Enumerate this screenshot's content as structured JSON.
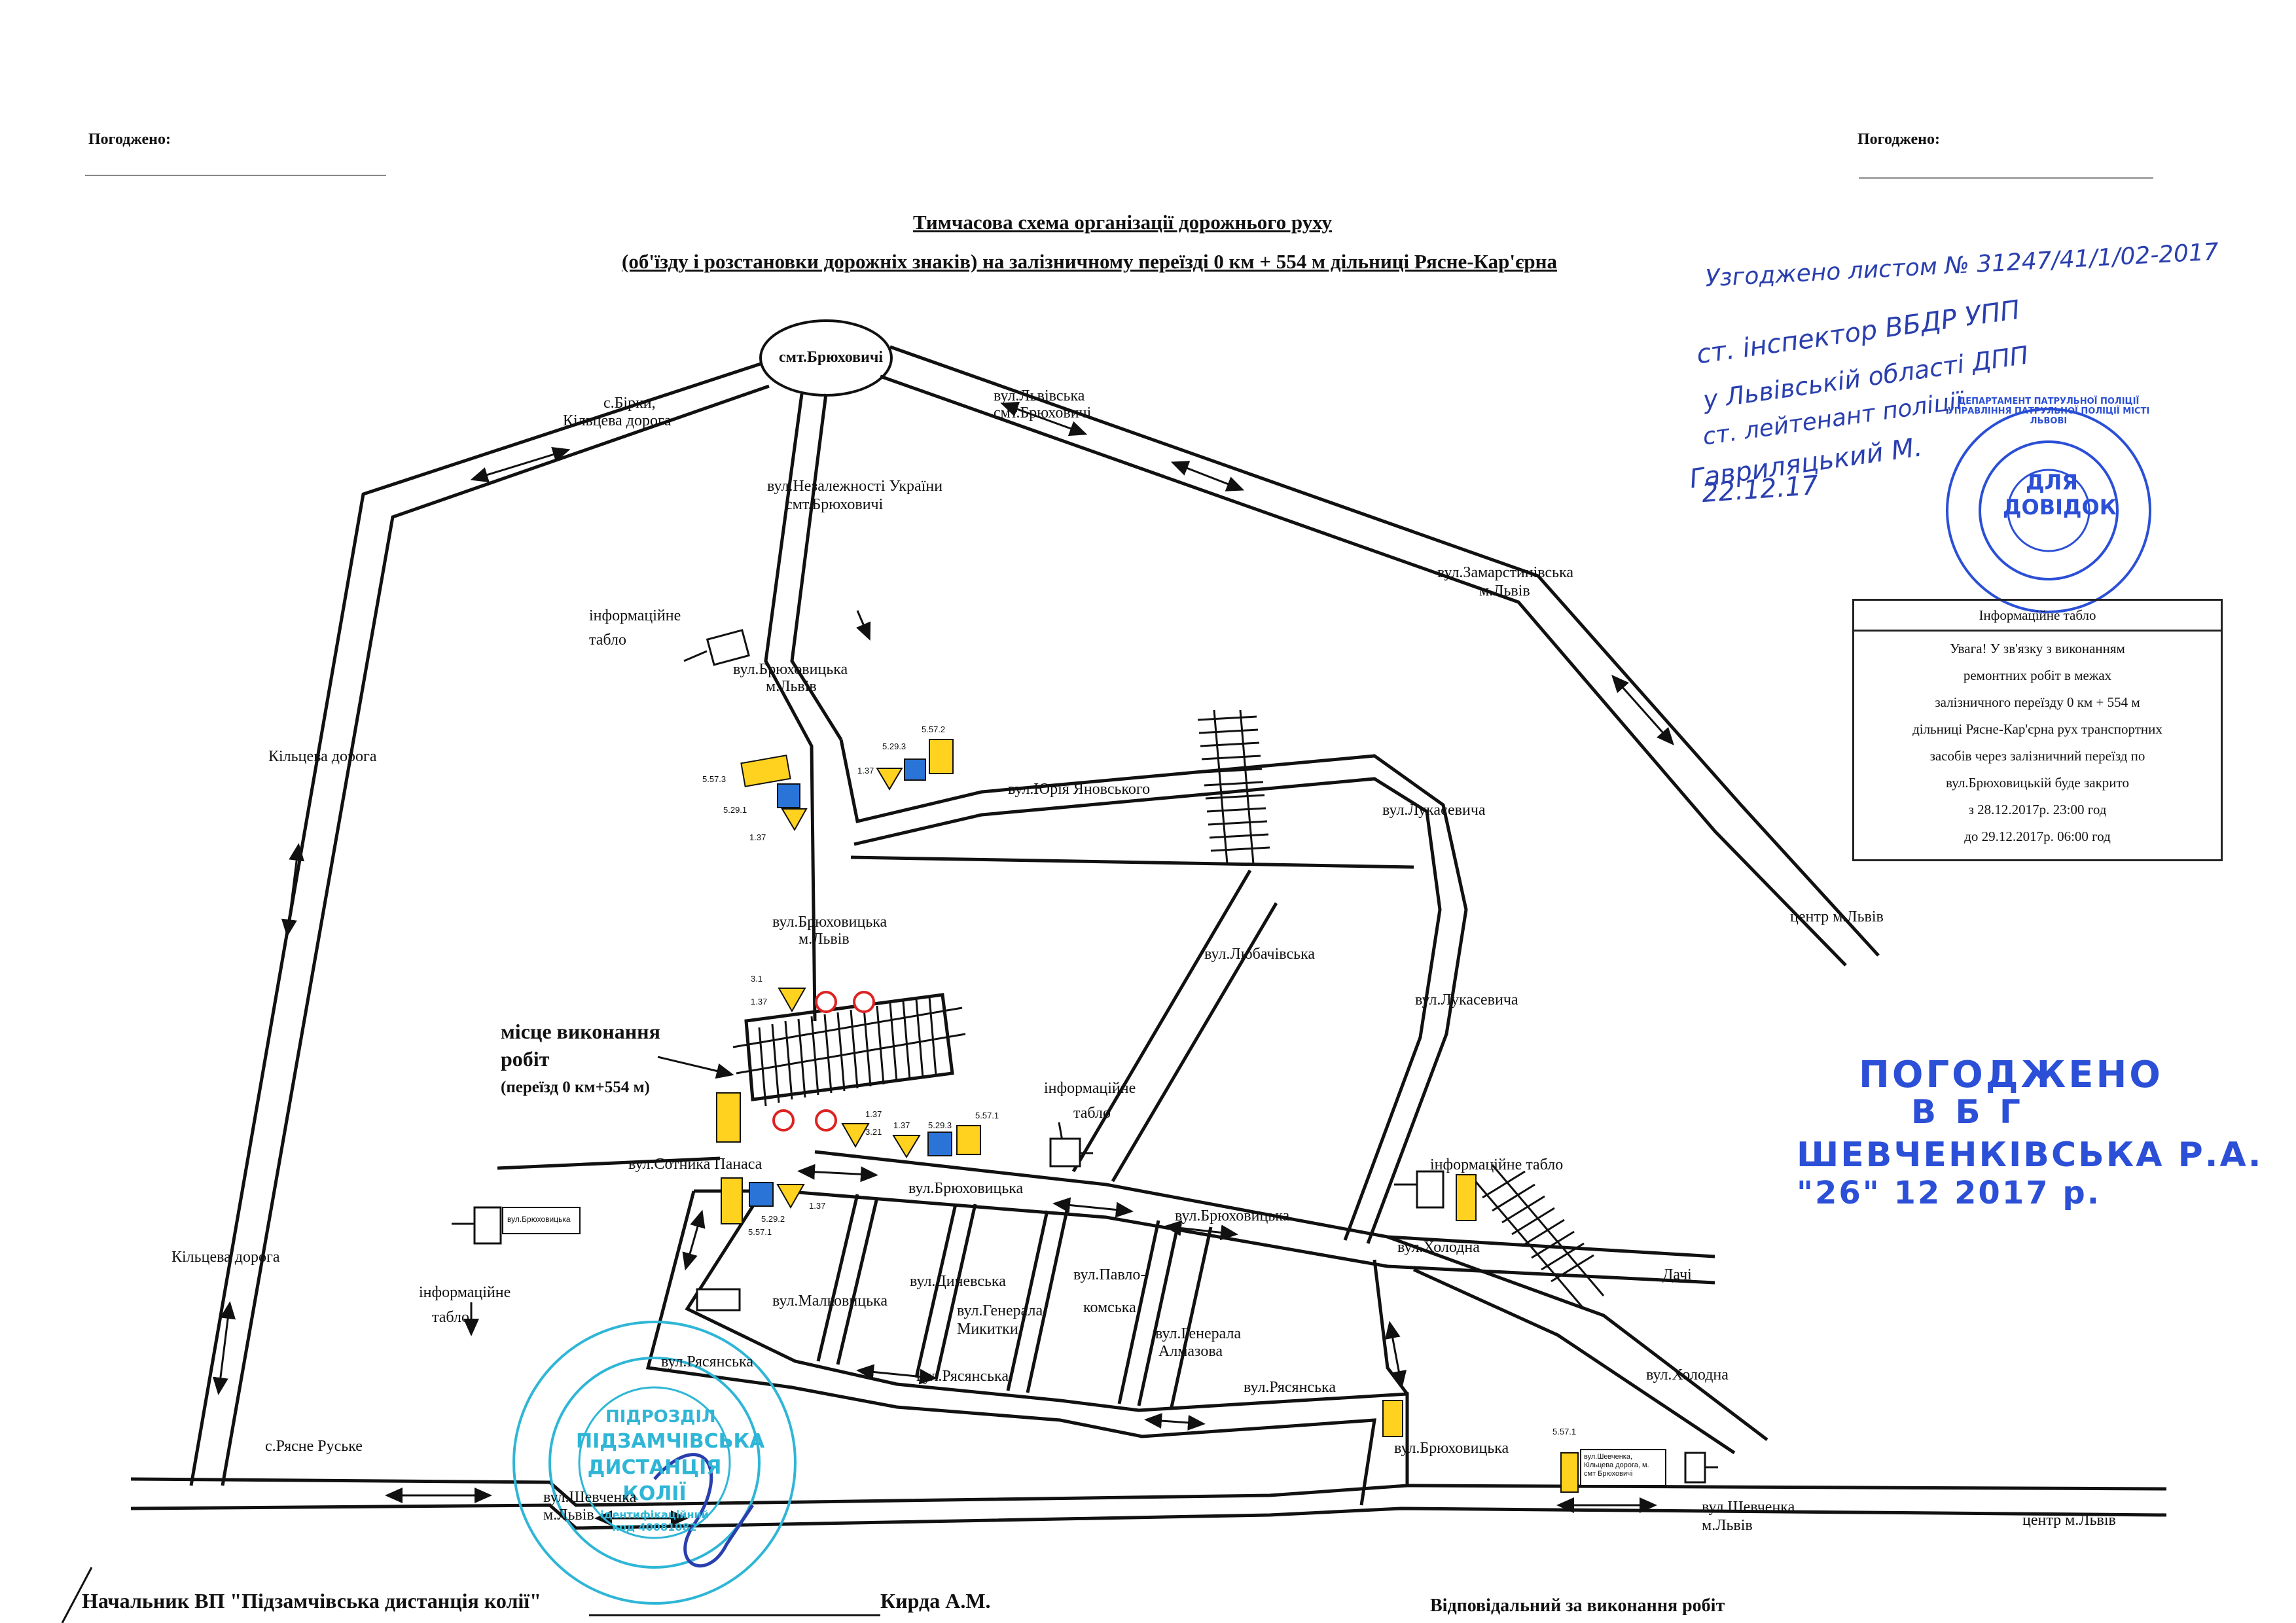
{
  "header": {
    "agreed_left": "Погоджено:",
    "agreed_right": "Погоджено:",
    "title_line1": "Тимчасова схема організації дорожнього руху",
    "title_line2": "(об'їзду і розстановки дорожніх знаків) на залізничному переїзді 0 км + 554 м дільниці Рясне-Кар'єрна"
  },
  "handwriting": {
    "line1": "Узгоджено листом № 31247/41/1/02-2017",
    "line2": "ст. інспектор ВБДР УПП",
    "line3": "у Львівській області ДПП",
    "line4": "ст. лейтенант поліції",
    "line5": "Гавриляцький М.",
    "date": "22.12.17"
  },
  "stamps": {
    "police_round": "ДЛЯ ДОВІДОК",
    "police_ring": "ДЕПАРТАМЕНТ ПАТРУЛЬНОЇ ПОЛІЦІЇ УПРАВЛІННЯ ПАТРУЛЬНОЇ ПОЛІЦІЇ МІСТІ ЛЬВОВІ",
    "vbg_line1": "ПОГОДЖЕНО",
    "vbg_line2": "В Б Г",
    "vbg_line3": "ШЕВЧЕНКІВСЬКА Р.А.",
    "vbg_line4": "\"26\" 12 2017 р.",
    "rail_center1": "ПІДРОЗДІЛ",
    "rail_center2": "ПІДЗАМЧІВСЬКА",
    "rail_center3": "ДИСТАНЦІЯ",
    "rail_center4": "КОЛІЇ",
    "rail_code": "ідентифікаційний код 40081082"
  },
  "info_board": {
    "title": "Інформаційне табло",
    "lines": [
      "Увага! У зв'язку з виконанням",
      "ремонтних робіт в межах",
      "залізничного переїзду 0 км + 554 м",
      "дільниці Рясне-Кар'єрна рух транспортних",
      "засобів через залізничний переїзд по",
      "вул.Брюховицькій буде закрито",
      "з  28.12.2017р. 23:00  год",
      "до 29.12.2017р. 06:00  год"
    ]
  },
  "map_labels": {
    "town": "смт.Брюховичі",
    "birky": "с.Бірки,",
    "ring_road_top": "Кільцева дорога",
    "lvivska": "вул.Львівська",
    "lvivska2": "смт.Брюховичі",
    "nezalezhnosti": "вул.Незалежності України",
    "nezalezhnosti2": "смт.Брюховичі",
    "zamarstynivska": "вул.Замарстинівська",
    "zamarstynivska2": "м.Львів",
    "info_tablo_1a": "інформаційне",
    "info_tablo_1b": "табло",
    "bryukh_1": "вул.Брюховицька",
    "bryukh_1b": "м.Львів",
    "ring_road_left": "Кільцева дорога",
    "yanovskoho": "вул.Юрія Яновського",
    "lukasevycha1": "вул.Лукасевича",
    "centre_lviv1": "центр  м.Львів",
    "bryukh_2": "вул.Брюховицька",
    "bryukh_2b": "м.Львів",
    "lyubachivska": "вул.Любачівська",
    "lukasevycha2": "вул.Лукасевича",
    "work_place1": "місце виконання",
    "work_place2": "робіт",
    "work_place3": "(переїзд 0 км+554 м)",
    "info_tablo_2a": "інформаційне",
    "info_tablo_2b": "табло",
    "sotnyka": "вул.Сотника Панаса",
    "bryukh_3": "вул.Брюховицька",
    "bryukh_4": "вул.Брюховицька",
    "info_tablo_3": "інформаційне табло",
    "kholodna1": "вул.Холодна",
    "dachi": "Дачі",
    "ring_road_low": "Кільцева дорога",
    "info_tablo_4a": "інформаційне",
    "info_tablo_4b": "табло",
    "malkovytska": "вул.Малковицька",
    "dynivska": "вул.Диневська",
    "mykytky1": "вул.Генерала",
    "mykytky2": "Микитки",
    "pavlokom1": "вул.Павло-",
    "pavlokom2": "комська",
    "almazova1": "вул.Генерала",
    "almazova2": "Алмазова",
    "kholodna2": "вул.Холодна",
    "ryasnianska1": "вул.Рясянська",
    "ryasnianska2": "вул.Рясянська",
    "ryasnianska3": "вул.Рясянська",
    "ryasne": "с.Рясне Руське",
    "bryukh_5": "вул.Брюховицька",
    "shevchenka1": "вул.Шевченка",
    "shevchenka1b": "м.Львів",
    "shevchenka2": "вул.Шевченка",
    "shevchenka2b": "м.Львів",
    "centre_lviv2": "центр  м.Львів",
    "small_board1": "вул.Брюховицька",
    "small_board2": "вул.Шевченка, Кільцева дорога, м. смт Брюховичі"
  },
  "sign_codes": {
    "s5573": "5.57.3",
    "s5291a": "5.29.1",
    "s137a": "1.37",
    "s5293": "5.29.3",
    "s5572": "5.57.2",
    "s137b": "1.37",
    "s31": "3.1",
    "s137c": "1.37",
    "s137d": "1.37",
    "s321": "3.21",
    "s137e": "1.37",
    "s5293b": "5.29.3",
    "s5571a": "5.57.1",
    "s137f": "1.37",
    "s5292": "5.29.2",
    "s5571b": "5.57.1",
    "s5571c": "5.57.1"
  },
  "footer": {
    "chief": "Начальник ВП \"Підзамчівська дистанція колії\"",
    "chief_name": "Кирда А.М.",
    "responsible": "Відповідальний за виконання робіт"
  }
}
